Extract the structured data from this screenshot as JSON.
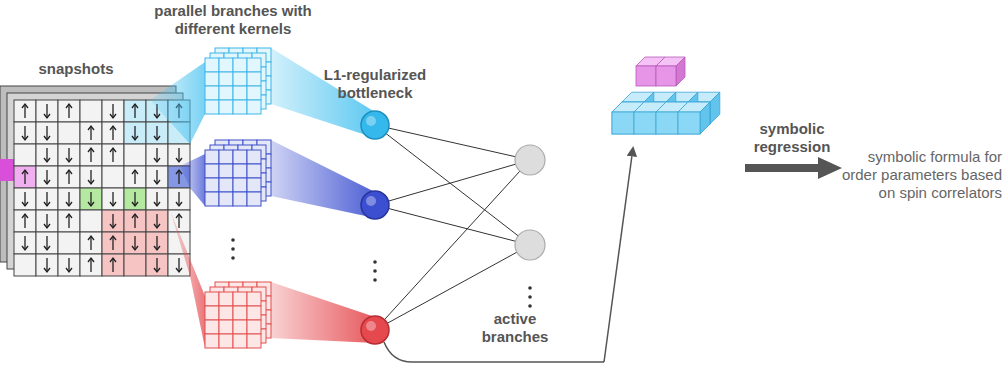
{
  "diagram": {
    "labels": [
      "parallel branches with different kernels",
      "snapshots",
      "L1-regularized bottleneck",
      "symbolic regression",
      "symbolic formula for order parameters based on spin correlators",
      "active branches"
    ]
  }
}
